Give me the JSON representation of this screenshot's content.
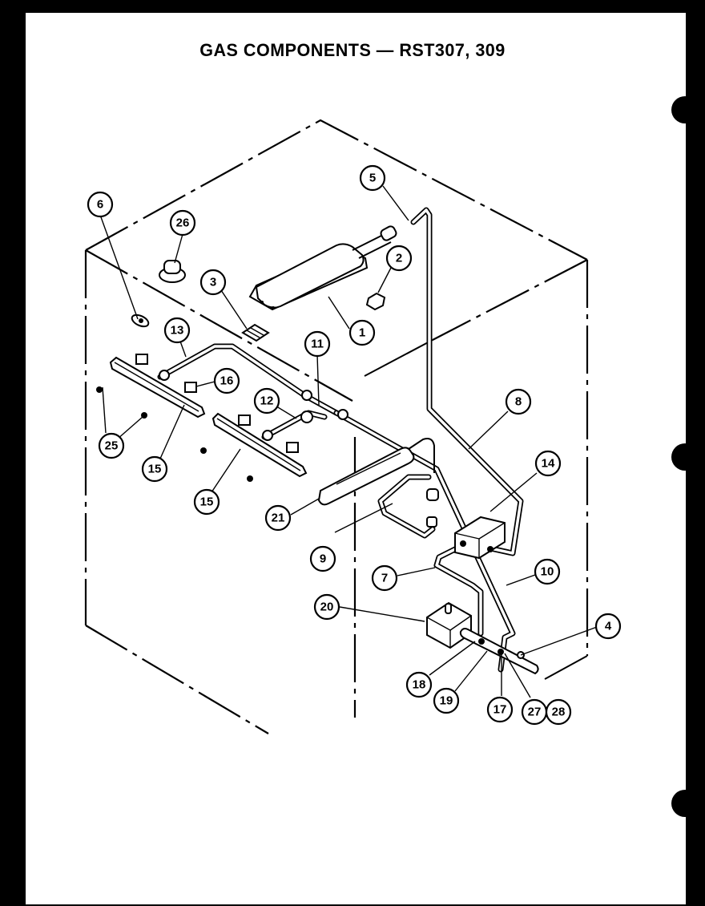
{
  "page": {
    "title": "GAS COMPONENTS — RST307, 309",
    "background": "#ffffff",
    "border_color": "#000000"
  },
  "diagram": {
    "type": "exploded-parts-diagram",
    "subject": "Gas range cabinet gas components",
    "callouts": [
      {
        "id": "c1",
        "label": "1"
      },
      {
        "id": "c2",
        "label": "2"
      },
      {
        "id": "c3",
        "label": "3"
      },
      {
        "id": "c4",
        "label": "4"
      },
      {
        "id": "c5",
        "label": "5"
      },
      {
        "id": "c6",
        "label": "6"
      },
      {
        "id": "c7",
        "label": "7"
      },
      {
        "id": "c8",
        "label": "8"
      },
      {
        "id": "c9",
        "label": "9"
      },
      {
        "id": "c10",
        "label": "10"
      },
      {
        "id": "c11",
        "label": "11"
      },
      {
        "id": "c12",
        "label": "12"
      },
      {
        "id": "c13",
        "label": "13"
      },
      {
        "id": "c14",
        "label": "14"
      },
      {
        "id": "c15a",
        "label": "15"
      },
      {
        "id": "c15b",
        "label": "15"
      },
      {
        "id": "c16",
        "label": "16"
      },
      {
        "id": "c17",
        "label": "17"
      },
      {
        "id": "c18",
        "label": "18"
      },
      {
        "id": "c19",
        "label": "19"
      },
      {
        "id": "c20",
        "label": "20"
      },
      {
        "id": "c21",
        "label": "21"
      },
      {
        "id": "c25",
        "label": "25"
      },
      {
        "id": "c26",
        "label": "26"
      },
      {
        "id": "c27",
        "label": "27"
      },
      {
        "id": "c28",
        "label": "28"
      }
    ]
  }
}
